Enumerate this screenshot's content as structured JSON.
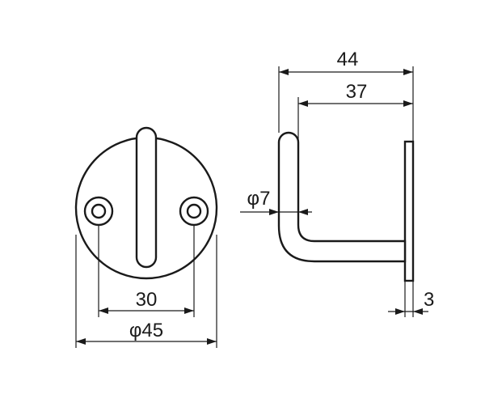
{
  "dimensions": {
    "width_overall": "44",
    "width_arm": "37",
    "rod_diameter": "φ7",
    "plate_thickness": "3",
    "hole_spacing": "30",
    "plate_diameter": "φ45"
  },
  "colors": {
    "line": "#1a1a1a",
    "background": "#ffffff"
  }
}
